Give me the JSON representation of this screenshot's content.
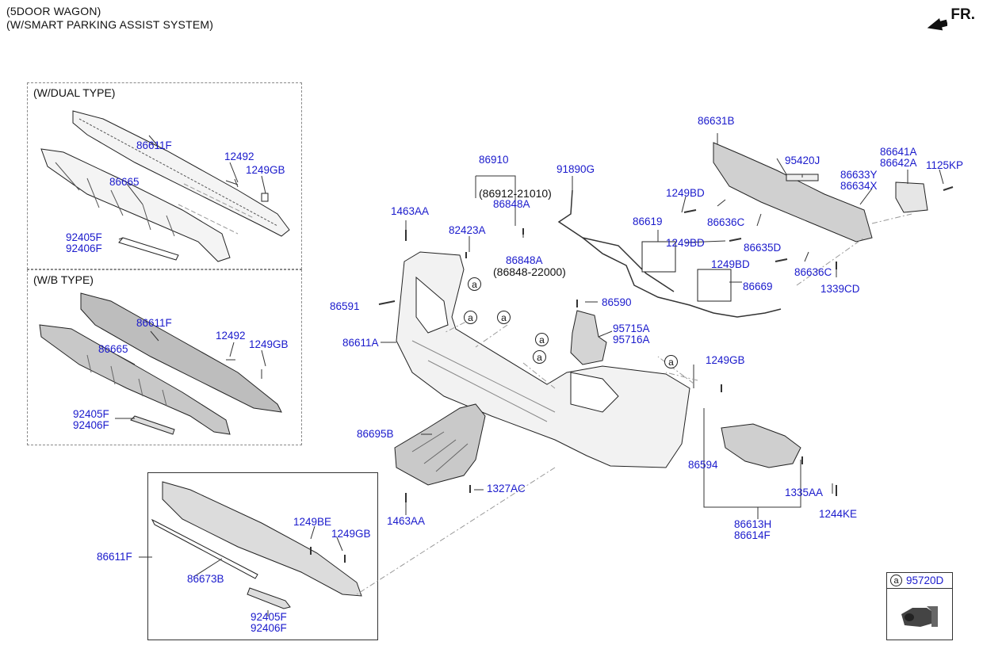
{
  "header": {
    "line1": "(5DOOR WAGON)",
    "line2": "(W/SMART PARKING ASSIST SYSTEM)",
    "front": "FR."
  },
  "boxes": {
    "dual_title": "(W/DUAL TYPE)",
    "wb_title": "(W/B TYPE)"
  },
  "legend": {
    "ref": "a",
    "part": "95720D"
  },
  "labels": {
    "dual_86611F": "86611F",
    "dual_12492": "12492",
    "dual_1249GB": "1249GB",
    "dual_86665": "86665",
    "dual_92405F": "92405F",
    "dual_92406F": "92406F",
    "wb_86611F": "86611F",
    "wb_12492": "12492",
    "wb_1249GB": "1249GB",
    "wb_86665": "86665",
    "wb_92405F": "92405F",
    "wb_92406F": "92406F",
    "l_86910": "86910",
    "l_86912": "(86912-21010)",
    "l_86848A_1": "86848A",
    "l_1463AA_top": "1463AA",
    "l_82423A": "82423A",
    "l_86848A_2": "86848A",
    "l_86848_22000": "(86848-22000)",
    "l_91890G": "91890G",
    "l_86591": "86591",
    "l_86611A": "86611A",
    "l_86590": "86590",
    "l_95715A": "95715A",
    "l_95716A": "95716A",
    "l_86619": "86619",
    "l_86631B": "86631B",
    "l_95420J": "95420J",
    "l_86641A": "86641A",
    "l_86642A": "86642A",
    "l_1125KP": "1125KP",
    "l_86633Y": "86633Y",
    "l_86634X": "86634X",
    "l_1249BD_1": "1249BD",
    "l_86636C_1": "86636C",
    "l_1249BD_2": "1249BD",
    "l_86635D": "86635D",
    "l_1249BD_3": "1249BD",
    "l_86636C_2": "86636C",
    "l_1339CD": "1339CD",
    "l_86669": "86669",
    "l_1249GB_r": "1249GB",
    "l_86695B": "86695B",
    "l_1327AC": "1327AC",
    "l_1463AA_bot": "1463AA",
    "l_86594": "86594",
    "l_1335AA": "1335AA",
    "l_1244KE": "1244KE",
    "l_86613H": "86613H",
    "l_86614F": "86614F",
    "low_86611F": "86611F",
    "low_1249BE": "1249BE",
    "low_1249GB": "1249GB",
    "low_86673B": "86673B",
    "low_92405F": "92405F",
    "low_92406F": "92406F"
  },
  "colors": {
    "label": "#1a1acc",
    "line": "#222222",
    "panel": "#dcdcdc"
  }
}
